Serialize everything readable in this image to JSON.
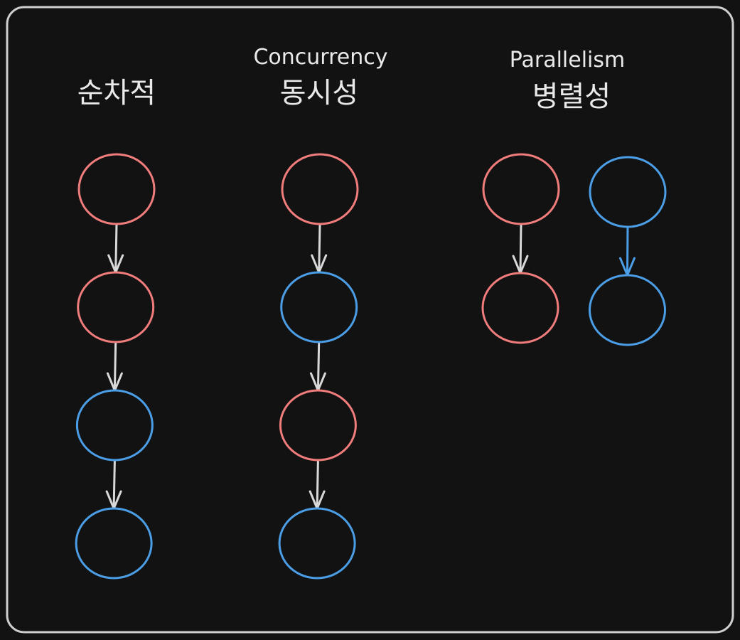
{
  "colors": {
    "background": "#121212",
    "frame": "#cfcfcf",
    "text": "#e9e9e9",
    "arrow": "#d8d8d8",
    "task_a": "#f07c7c",
    "task_b": "#4b9ee6"
  },
  "columns": [
    {
      "id": "sequential",
      "title_en": "",
      "title_ko": "순차적",
      "lanes": [
        {
          "nodes": [
            {
              "task": "a"
            },
            {
              "task": "a"
            },
            {
              "task": "b"
            },
            {
              "task": "b"
            }
          ],
          "arrow_color": "arrow"
        }
      ]
    },
    {
      "id": "concurrency",
      "title_en": "Concurrency",
      "title_ko": "동시성",
      "lanes": [
        {
          "nodes": [
            {
              "task": "a"
            },
            {
              "task": "b"
            },
            {
              "task": "a"
            },
            {
              "task": "b"
            }
          ],
          "arrow_color": "arrow"
        }
      ]
    },
    {
      "id": "parallelism",
      "title_en": "Parallelism",
      "title_ko": "병렬성",
      "lanes": [
        {
          "nodes": [
            {
              "task": "a"
            },
            {
              "task": "a"
            }
          ],
          "arrow_color": "arrow"
        },
        {
          "nodes": [
            {
              "task": "b"
            },
            {
              "task": "b"
            }
          ],
          "arrow_color": "task_b"
        }
      ]
    }
  ]
}
